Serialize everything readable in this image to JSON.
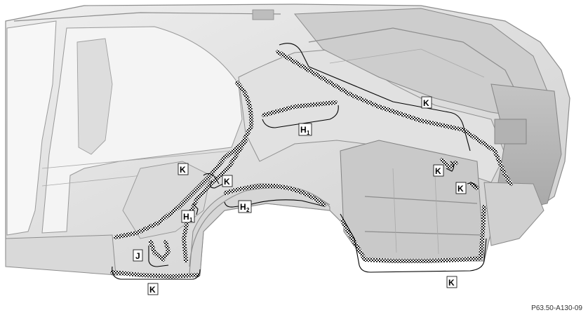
{
  "figure_ref": "P63.50-A130-09",
  "labels": {
    "k": "K",
    "h": "H",
    "j": "J",
    "sub_1": "1",
    "sub_2": "2"
  },
  "colors": {
    "panel_light": "#e6e6e6",
    "panel_mid": "#d3d3d3",
    "panel_dark": "#b8b8b8",
    "line": "#000000"
  }
}
